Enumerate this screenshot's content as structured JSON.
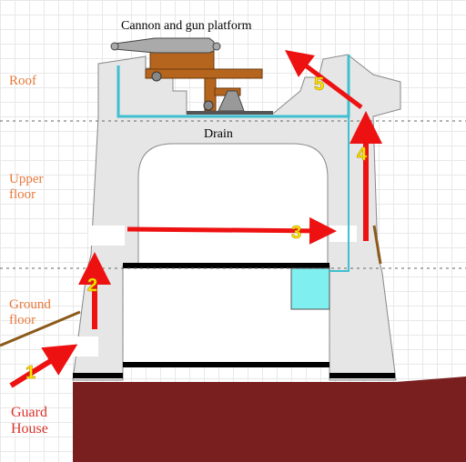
{
  "title": "Cannon and gun platform",
  "labels": {
    "roof": "Roof",
    "upper_floor_line1": "Upper",
    "upper_floor_line2": "floor",
    "ground_floor_line1": "Ground",
    "ground_floor_line2": "floor",
    "guard_line1": "Guard",
    "guard_line2": "House",
    "drain": "Drain"
  },
  "steps": [
    "1",
    "2",
    "3",
    "4",
    "5"
  ],
  "colors": {
    "wall": "#e6e6e6",
    "ground": "#7a1f1f",
    "arrow": "#ee1111",
    "step_number": "#ffe600",
    "drain": "#3fbfd0",
    "cannon_carriage": "#b5651d",
    "level_label": "#e8793a",
    "guard_label": "#d9332b"
  }
}
